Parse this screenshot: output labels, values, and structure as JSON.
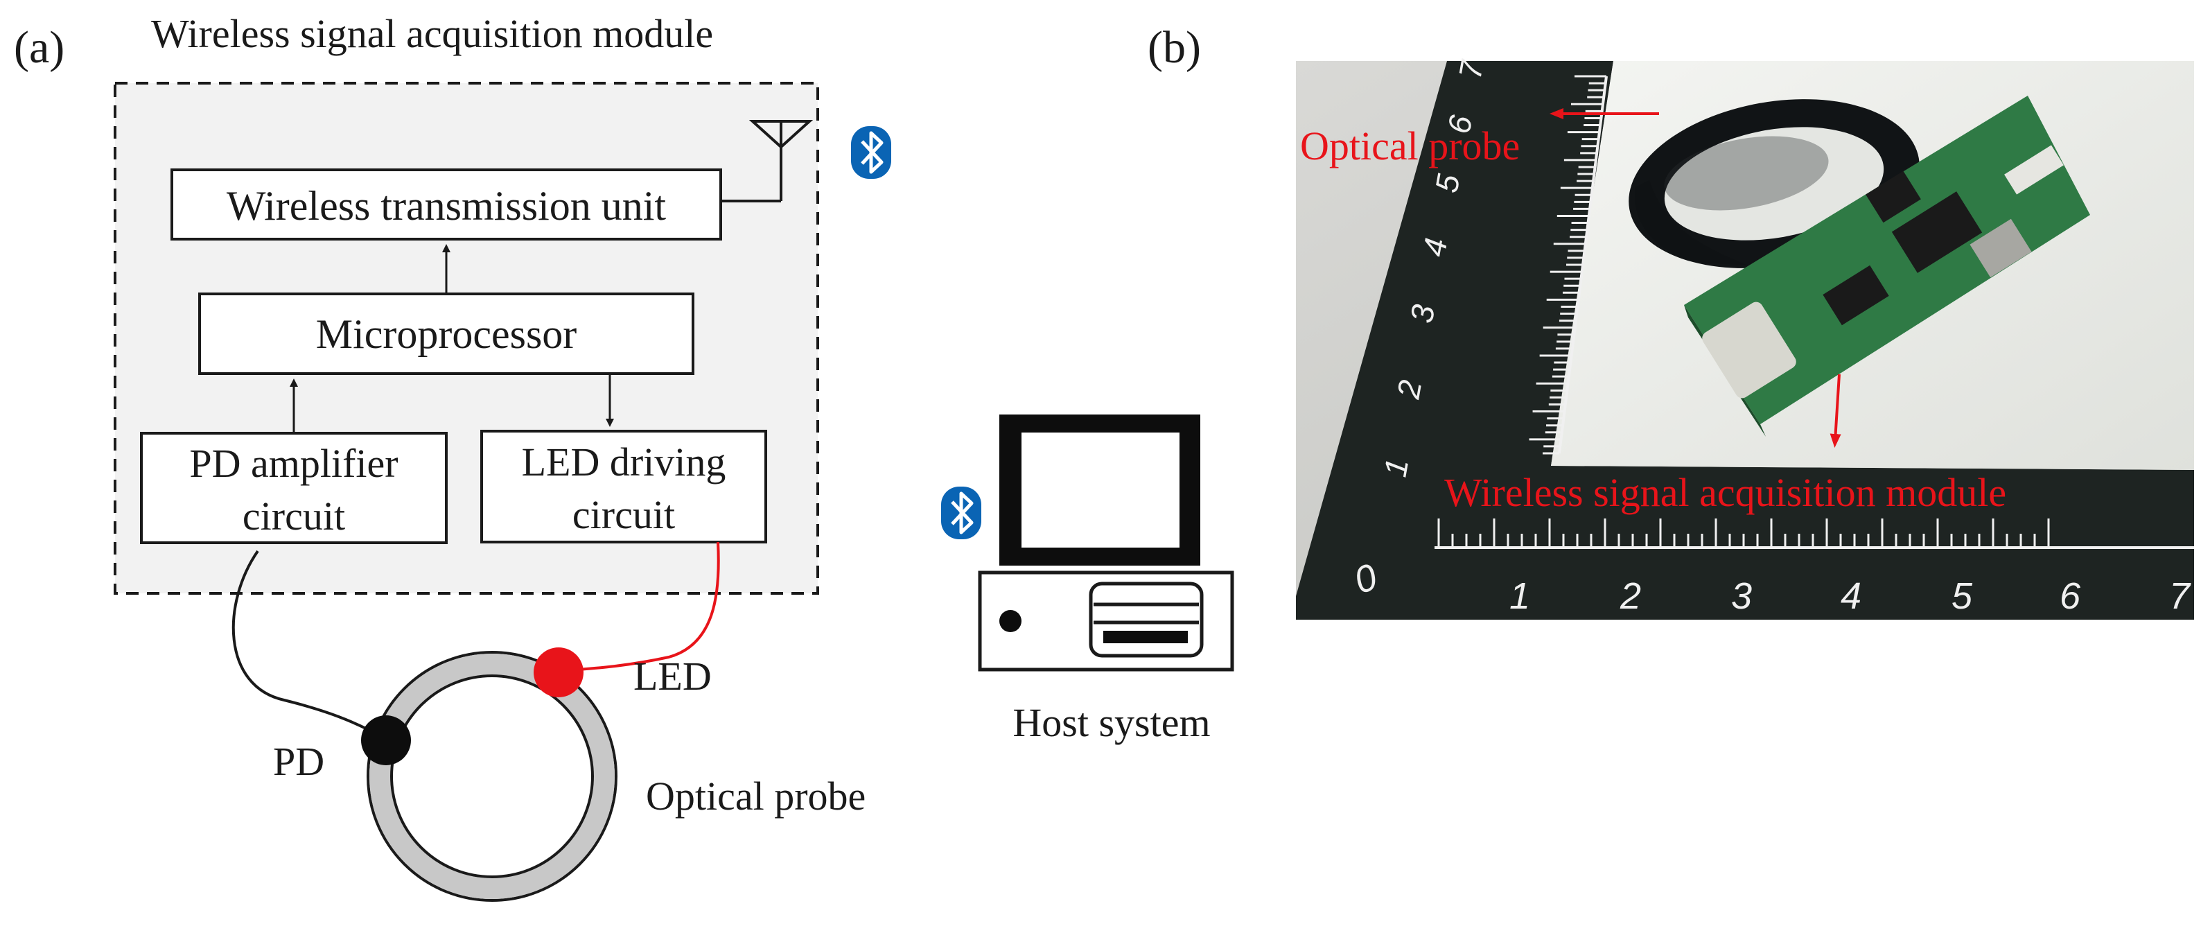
{
  "panel_a": {
    "label": "(a)",
    "module_title": "Wireless signal acquisition module",
    "wireless_unit": "Wireless transmission unit",
    "microprocessor": "Microprocessor",
    "pd_amp_line1": "PD amplifier",
    "pd_amp_line2": "circuit",
    "led_drive_line1": "LED driving",
    "led_drive_line2": "circuit",
    "led_label": "LED",
    "pd_label": "PD",
    "probe_label": "Optical probe",
    "host_label": "Host system"
  },
  "panel_b": {
    "label": "(b)",
    "probe_annotation": "Optical probe",
    "module_annotation": "Wireless signal acquisition module",
    "ruler_x_numbers": [
      "0",
      "1",
      "2",
      "3",
      "4",
      "5",
      "6",
      "7"
    ],
    "ruler_y_numbers": [
      "1",
      "2",
      "3",
      "4",
      "5",
      "6",
      "7"
    ]
  },
  "colors": {
    "line": "#1a1a1a",
    "module_bg": "#f2f2f2",
    "led_red": "#e8141a",
    "annotation_red": "#e8141a",
    "bluetooth_blue": "#0a64b4",
    "probe_ring": "#c8c8c8",
    "pcb_green": "#2f7a45",
    "ruler_black": "#1e2422"
  },
  "icons": [
    "bluetooth-icon",
    "antenna-icon",
    "computer-icon"
  ]
}
